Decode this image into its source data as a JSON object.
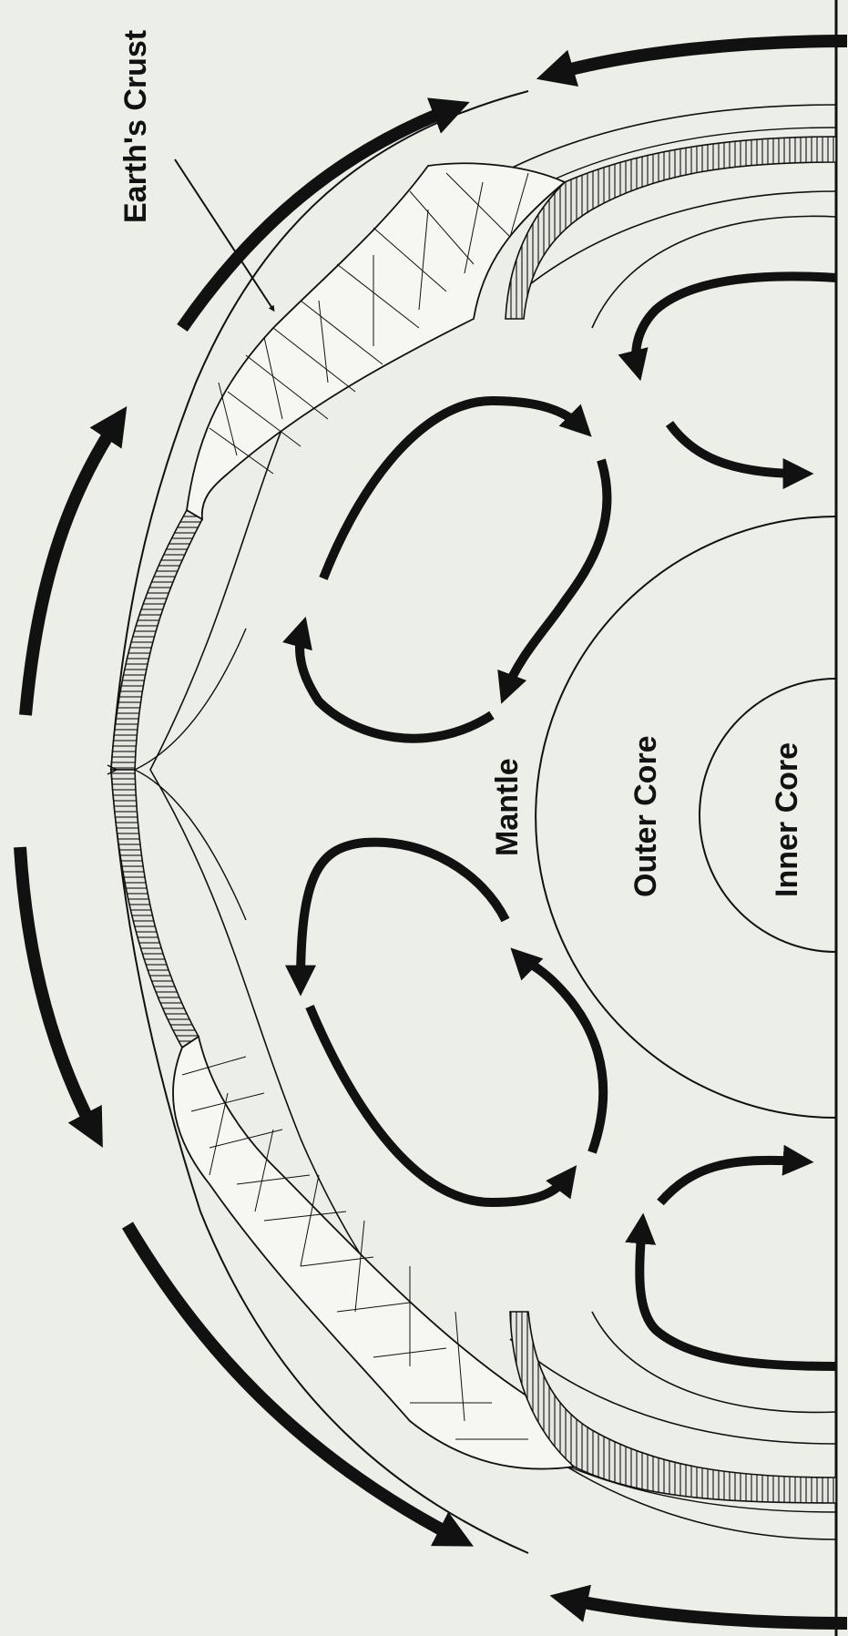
{
  "labels": {
    "crust": "Earth's Crust",
    "mantle": "Mantle",
    "outer_core": "Outer Core",
    "inner_core": "Inner Core"
  },
  "colors": {
    "background": "#eceee8",
    "ink": "#111111",
    "plate_fill": "#f6f7f2",
    "band_fill": "#dcdcd6"
  },
  "icons": {
    "arrow": "arrow-icon"
  }
}
